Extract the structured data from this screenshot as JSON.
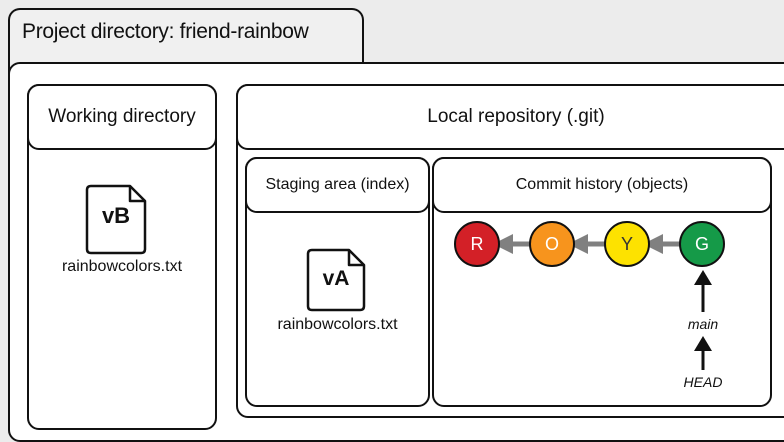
{
  "project": {
    "title": "Project directory: friend-rainbow"
  },
  "working_directory": {
    "title": "Working directory",
    "file": {
      "version": "vB",
      "name": "rainbowcolors.txt"
    }
  },
  "local_repository": {
    "title": "Local repository (.git)",
    "staging_area": {
      "title": "Staging area (index)",
      "file": {
        "version": "vA",
        "name": "rainbowcolors.txt"
      }
    },
    "commit_history": {
      "title": "Commit history (objects)",
      "commits": [
        {
          "label": "R",
          "color": "#d32027"
        },
        {
          "label": "O",
          "color": "#f7941d"
        },
        {
          "label": "Y",
          "color": "#fde200"
        },
        {
          "label": "G",
          "color": "#159a48"
        }
      ],
      "branch": "main",
      "head": "HEAD"
    }
  },
  "colors": {
    "arrow_gray": "#808080",
    "border": "#111111",
    "background": "#ececec"
  }
}
